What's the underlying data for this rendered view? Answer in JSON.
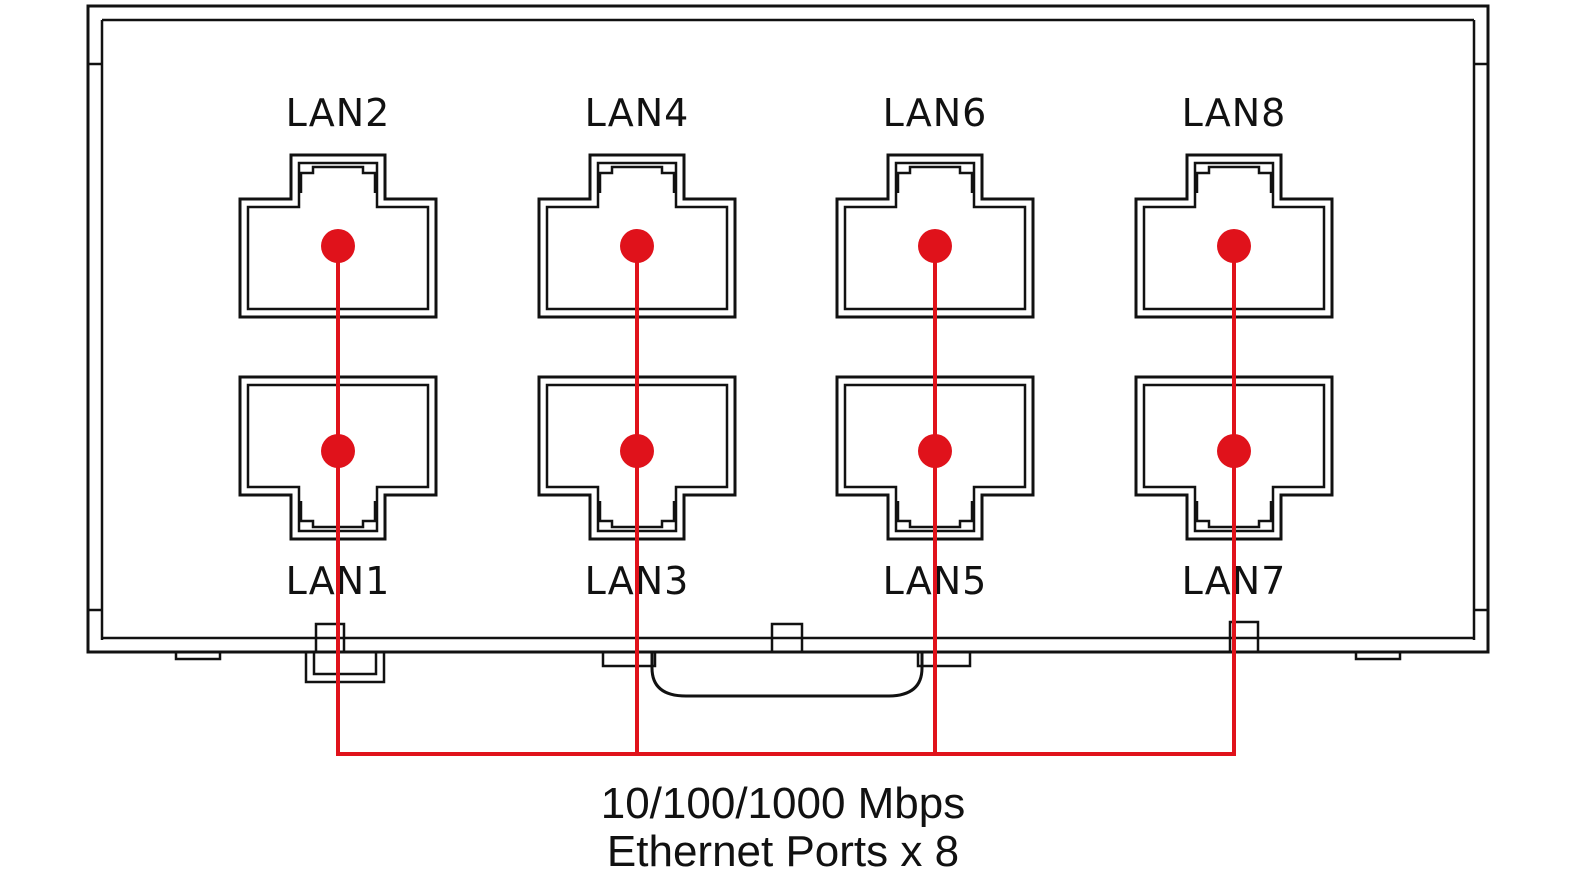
{
  "diagram": {
    "title": "",
    "ports_top": [
      {
        "label": "LAN2"
      },
      {
        "label": "LAN4"
      },
      {
        "label": "LAN6"
      },
      {
        "label": "LAN8"
      }
    ],
    "ports_bottom": [
      {
        "label": "LAN1"
      },
      {
        "label": "LAN3"
      },
      {
        "label": "LAN5"
      },
      {
        "label": "LAN7"
      }
    ],
    "caption_line1": "10/100/1000 Mbps",
    "caption_line2": "Ethernet Ports x 8",
    "colors": {
      "outline": "#111111",
      "highlight": "#e0121b",
      "background": "#ffffff"
    }
  }
}
